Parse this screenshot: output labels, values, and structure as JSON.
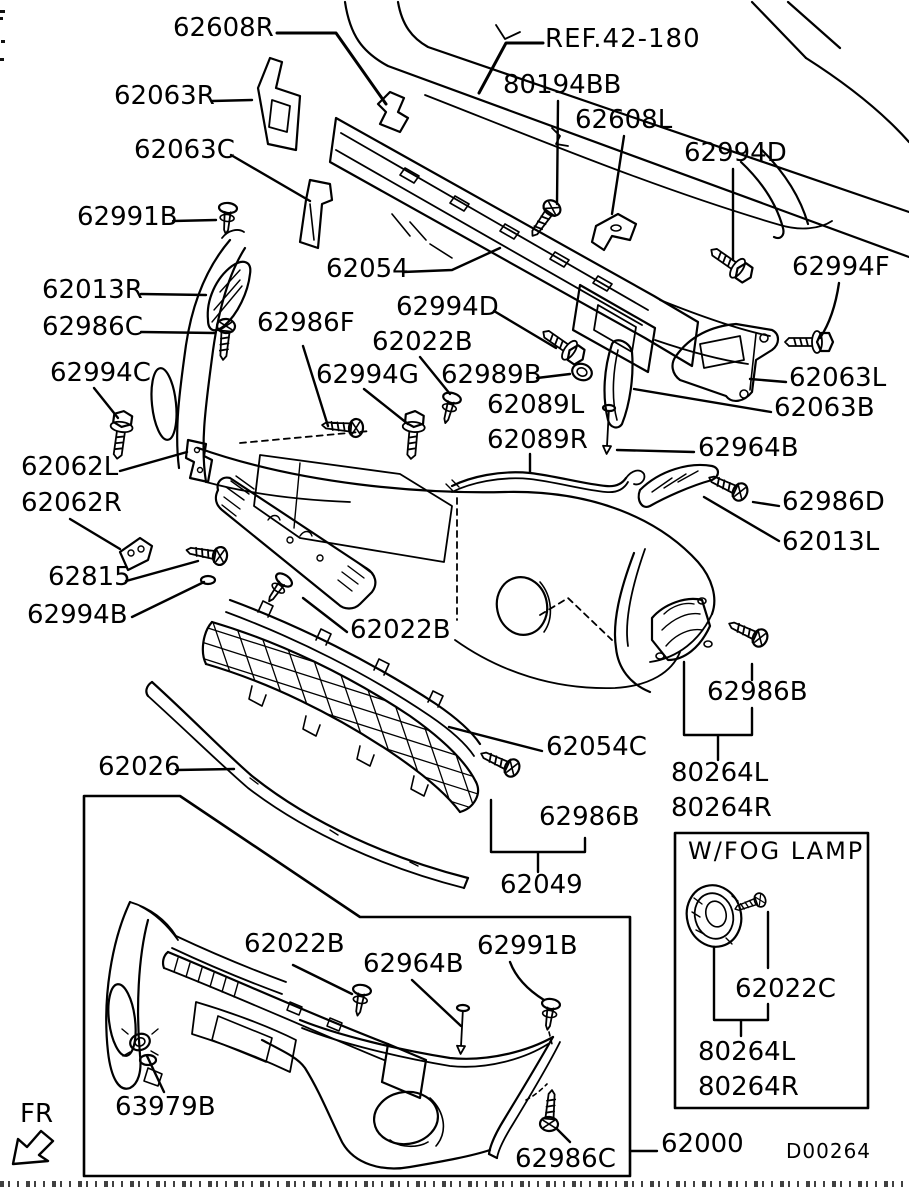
{
  "colors": {
    "ink": "#000000",
    "paper": "#ffffff"
  },
  "labels": [
    {
      "id": "62608r",
      "text": "62608R"
    },
    {
      "id": "ref-42-180",
      "text": "REF.42-180"
    },
    {
      "id": "62063r",
      "text": "62063R"
    },
    {
      "id": "80194bb",
      "text": "80194BB"
    },
    {
      "id": "62608l",
      "text": "62608L"
    },
    {
      "id": "62063c",
      "text": "62063C"
    },
    {
      "id": "62994d-top",
      "text": "62994D"
    },
    {
      "id": "62991b-main",
      "text": "62991B"
    },
    {
      "id": "62994f",
      "text": "62994F"
    },
    {
      "id": "62054",
      "text": "62054"
    },
    {
      "id": "62013r",
      "text": "62013R"
    },
    {
      "id": "62994d-mid",
      "text": "62994D"
    },
    {
      "id": "62986c-main",
      "text": "62986C"
    },
    {
      "id": "62986f",
      "text": "62986F"
    },
    {
      "id": "62022b-top",
      "text": "62022B"
    },
    {
      "id": "62994c",
      "text": "62994C"
    },
    {
      "id": "62994g",
      "text": "62994G"
    },
    {
      "id": "62989b",
      "text": "62989B"
    },
    {
      "id": "62063l",
      "text": "62063L"
    },
    {
      "id": "62089l",
      "text": "62089L"
    },
    {
      "id": "62063b",
      "text": "62063B"
    },
    {
      "id": "62089r",
      "text": "62089R"
    },
    {
      "id": "62062l",
      "text": "62062L"
    },
    {
      "id": "62964b-main",
      "text": "62964B"
    },
    {
      "id": "62062r",
      "text": "62062R"
    },
    {
      "id": "62986d",
      "text": "62986D"
    },
    {
      "id": "62013l",
      "text": "62013L"
    },
    {
      "id": "62815",
      "text": "62815"
    },
    {
      "id": "62994b",
      "text": "62994B"
    },
    {
      "id": "62022b-mid",
      "text": "62022B"
    },
    {
      "id": "62986b-right",
      "text": "62986B"
    },
    {
      "id": "62054c",
      "text": "62054C"
    },
    {
      "id": "80264l-main",
      "text": "80264L"
    },
    {
      "id": "62026",
      "text": "62026"
    },
    {
      "id": "80264r-main",
      "text": "80264R"
    },
    {
      "id": "62986b-low",
      "text": "62986B"
    },
    {
      "id": "w-fog-lamp",
      "text": "W/FOG LAMP"
    },
    {
      "id": "62049",
      "text": "62049"
    },
    {
      "id": "62022b-inset",
      "text": "62022B"
    },
    {
      "id": "62991b-inset",
      "text": "62991B"
    },
    {
      "id": "62964b-inset",
      "text": "62964B"
    },
    {
      "id": "62022c",
      "text": "62022C"
    },
    {
      "id": "80264l-fog",
      "text": "80264L"
    },
    {
      "id": "80264r-fog",
      "text": "80264R"
    },
    {
      "id": "63979b",
      "text": "63979B"
    },
    {
      "id": "62986c-inset",
      "text": "62986C"
    },
    {
      "id": "62000",
      "text": "62000"
    },
    {
      "id": "d00264",
      "text": "D00264"
    },
    {
      "id": "fr",
      "text": "FR"
    }
  ]
}
